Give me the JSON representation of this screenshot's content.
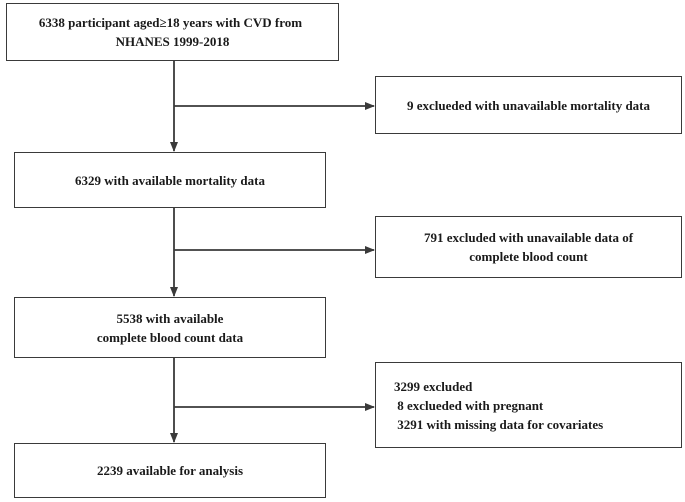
{
  "flowchart": {
    "start": {
      "line1": "6338 participant aged≥18 years with CVD from",
      "line2": "NHANES 1999-2018"
    },
    "exclusion1": {
      "text": "9 exclueded with unavailable mortality  data"
    },
    "mortality": {
      "text": "6329 with available mortality  data"
    },
    "exclusion2": {
      "line1": "791 excluded with unavailable data of",
      "line2": "complete blood count"
    },
    "cbc": {
      "line1": "5538 with available",
      "line2": "complete blood count  data"
    },
    "exclusion3": {
      "line1": "3299 excluded",
      "line2": " 8 exclueded with pregnant",
      "line3": " 3291 with missing data for covariates"
    },
    "final": {
      "text": "2239 available for analysis"
    }
  },
  "colors": {
    "line": "#3a3a3a",
    "text": "#1a1a1a",
    "background": "#ffffff"
  }
}
